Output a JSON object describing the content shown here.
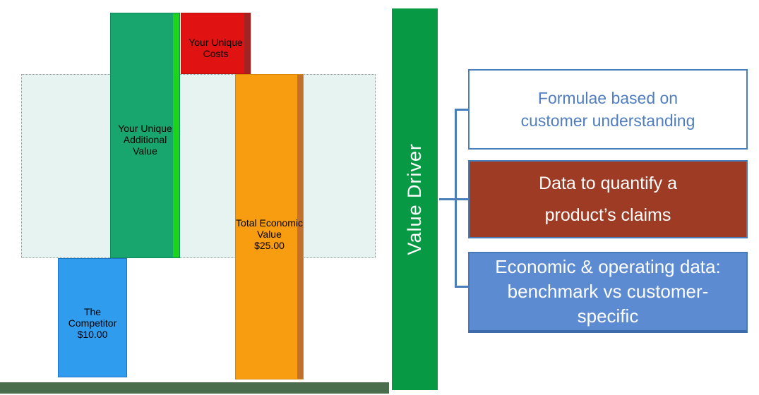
{
  "chart": {
    "band": {
      "fill": "#e6f3f1",
      "border_color": "#8f8f8f"
    },
    "bars": {
      "competitor": {
        "lines": [
          "The Competitor",
          "$10.00"
        ],
        "fill": "#2f9ced"
      },
      "additional_value": {
        "lines": [
          "Your Unique",
          "Additional Value"
        ],
        "fill": "#18a56e",
        "edge": "#1bd41b"
      },
      "unique_costs": {
        "lines": [
          "Your Unique",
          "Costs"
        ],
        "fill": "#e01212",
        "edge": "#a32222"
      },
      "total_value": {
        "lines": [
          "Total Economic",
          "Value",
          "$25.00"
        ],
        "fill": "#f89c10",
        "edge": "#c2702e"
      }
    },
    "baseline": {
      "fill": "#4a6d4d"
    }
  },
  "value_driver": {
    "label": "Value Driver",
    "fill": "#089944",
    "text_color": "#ffffff"
  },
  "connector": {
    "color": "#4a7ebb"
  },
  "panels": {
    "formulae": {
      "lines": [
        "Formulae based on",
        "customer understanding"
      ],
      "fill": "#ffffff",
      "border": "#4a7ebb",
      "text_color": "#4f7dbf"
    },
    "data_quantify": {
      "lines": [
        "Data to quantify a",
        "product’s claims"
      ],
      "fill": "#9e3b24",
      "border": "#4a7ebb",
      "text_color": "#ffffff"
    },
    "economic_data": {
      "lines": [
        "Economic & operating data:",
        "benchmark vs customer-",
        "specific"
      ],
      "fill": "#5c8bd2",
      "border": "#4579ba",
      "text_color": "#ffffff"
    }
  },
  "chart_data": {
    "type": "bar",
    "categories": [
      "The Competitor",
      "Your Unique Additional Value",
      "Your Unique Costs",
      "Total Economic Value"
    ],
    "values": [
      10.0,
      null,
      null,
      25.0
    ],
    "value_labels": [
      "$10.00",
      null,
      null,
      "$25.00"
    ],
    "annotations": [
      "Value Driver"
    ],
    "legend_position": "none",
    "grid": false
  }
}
